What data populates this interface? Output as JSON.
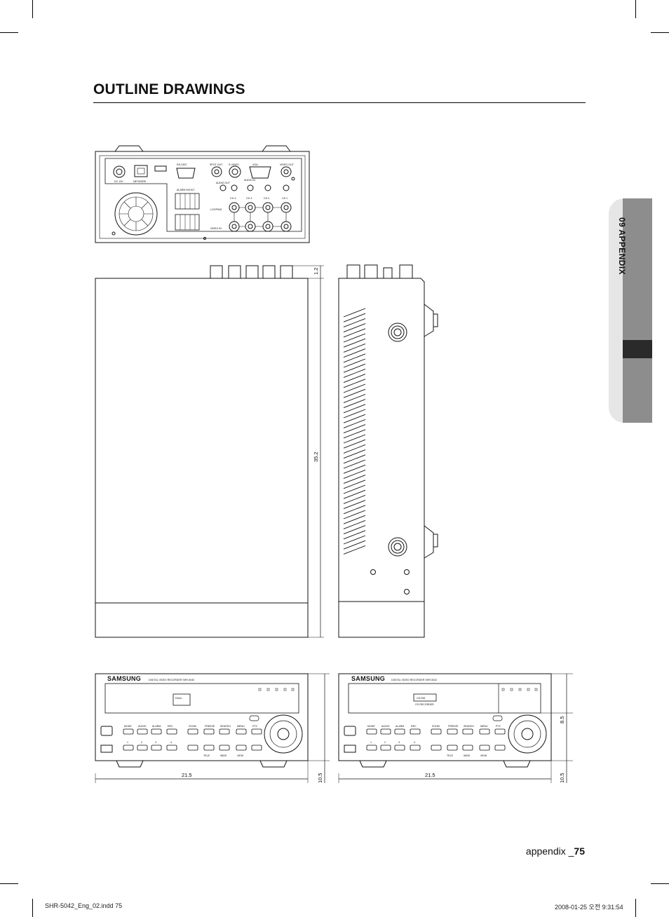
{
  "page": {
    "title": "OUTLINE DRAWINGS",
    "section_tab": "09 APPENDIX",
    "footer_prefix": "appendix _",
    "footer_page_number": "75",
    "print_slug_left": "SHR-5042_Eng_02.indd   75",
    "print_slug_right": "2008-01-25   오전 9:31:54"
  },
  "rear_panel": {
    "port_labels": [
      "DC 12V",
      "NETWORK",
      "RS-232C",
      "SPOT OUT",
      "S-VIDEO",
      "VGA",
      "VIDEO OUT",
      "AUDIO OUT",
      "AUDIO IN",
      "ALARM IN/OUT",
      "LOOPING",
      "VIDEO IN"
    ],
    "channel_labels": [
      "CH 4",
      "CH 3",
      "CH 2",
      "CH 1"
    ]
  },
  "dimensions": {
    "top_height": "1.2",
    "depth": "35.2",
    "width_left": "21.5",
    "width_right": "21.5",
    "height_left": "10.5",
    "height_right": "10.5",
    "panel_height": "8.5"
  },
  "front_left": {
    "brand": "SAMSUNG",
    "model": "DIGITAL VIDEO RECORDER SHR-5040",
    "badge": "DUAL",
    "buttons": [
      "MODE",
      "AUDIO",
      "ALARM",
      "REC",
      "ZOOM",
      "FREEZE",
      "SEARCH",
      "MENU",
      "PTZ"
    ],
    "number_keys": [
      "1",
      "2",
      "3",
      "4"
    ],
    "sub_labels": [
      "TELE",
      "WIDE",
      "VIEW"
    ]
  },
  "front_right": {
    "brand": "SAMSUNG",
    "model": "DIGITAL VIDEO RECORDER SHR-5042",
    "badge": "CD-RW",
    "badge_sub": "CD RECORDER",
    "buttons": [
      "MODE",
      "AUDIO",
      "ALARM",
      "REC",
      "ZOOM",
      "FREEZE",
      "SEARCH",
      "MENU",
      "PTZ"
    ],
    "number_keys": [
      "1",
      "2",
      "3",
      "4"
    ],
    "sub_labels": [
      "TELE",
      "WIDE",
      "VIEW"
    ]
  }
}
